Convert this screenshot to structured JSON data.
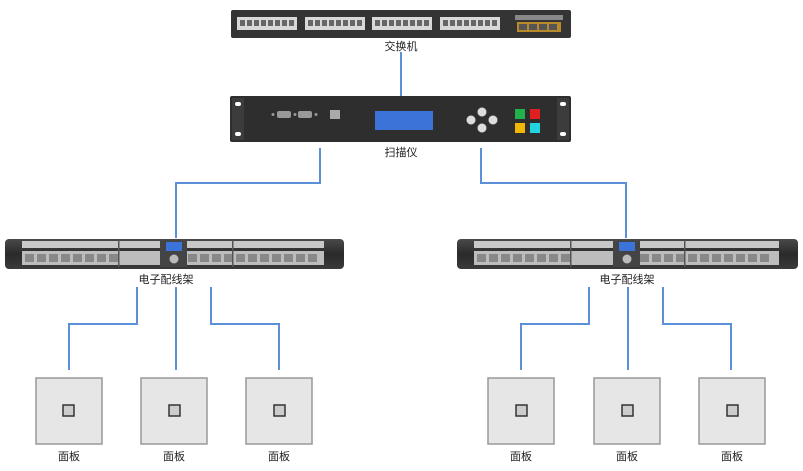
{
  "switch": {
    "label": "交换机"
  },
  "scanner": {
    "label": "扫描仪"
  },
  "patch_panels": [
    {
      "label": "电子配线架"
    },
    {
      "label": "电子配线架"
    }
  ],
  "faceplates": [
    {
      "label": "面板"
    },
    {
      "label": "面板"
    },
    {
      "label": "面板"
    },
    {
      "label": "面板"
    },
    {
      "label": "面板"
    },
    {
      "label": "面板"
    }
  ],
  "colors": {
    "link": "#5b8fd8",
    "rack_dark": "#333333",
    "lcd": "#3b73d9",
    "btn_green": "#22b24c",
    "btn_red": "#e02020",
    "btn_yellow": "#f2b705",
    "btn_cyan": "#22d3e0"
  }
}
